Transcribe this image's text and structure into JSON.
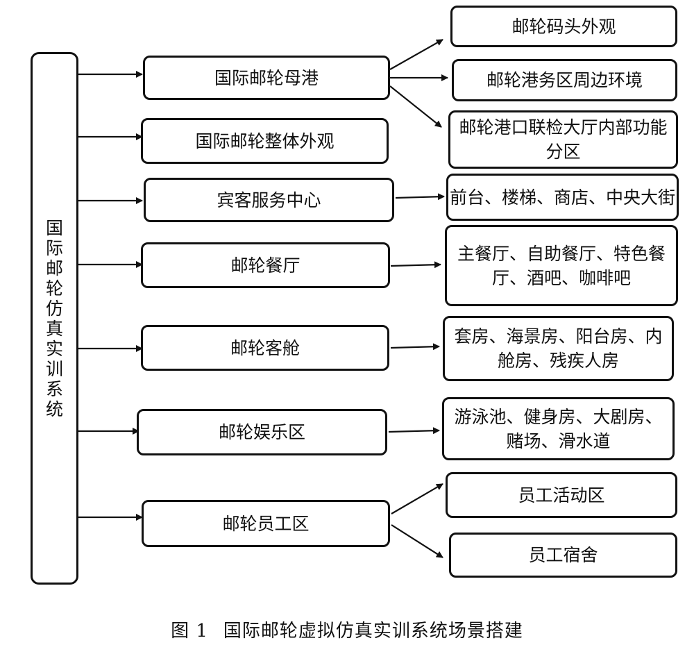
{
  "root": {
    "label": "国际邮轮仿真实训系统"
  },
  "modules": [
    {
      "label": "国际邮轮母港"
    },
    {
      "label": "国际邮轮整体外观"
    },
    {
      "label": "宾客服务中心"
    },
    {
      "label": "邮轮餐厅"
    },
    {
      "label": "邮轮客舱"
    },
    {
      "label": "邮轮娱乐区"
    },
    {
      "label": "邮轮员工区"
    }
  ],
  "details": [
    {
      "lines": [
        "邮轮码头外观"
      ]
    },
    {
      "lines": [
        "邮轮港务区周边环境"
      ]
    },
    {
      "lines": [
        "邮轮港口联检大厅内部功能",
        "分区"
      ]
    },
    {
      "lines": [
        "前台、楼梯、商店、中央大街"
      ]
    },
    {
      "lines": [
        "主餐厅、自助餐厅、特色餐",
        "厅、酒吧、咖啡吧"
      ]
    },
    {
      "lines": [
        "套房、海景房、阳台房、内",
        "舱房、残疾人房"
      ]
    },
    {
      "lines": [
        "游泳池、健身房、大剧房、",
        "赌场、滑水道"
      ]
    },
    {
      "lines": [
        "员工活动区"
      ]
    },
    {
      "lines": [
        "员工宿舍"
      ]
    }
  ],
  "caption": {
    "number": "图 1",
    "title": "国际邮轮虚拟仿真实训系统场景搭建"
  }
}
